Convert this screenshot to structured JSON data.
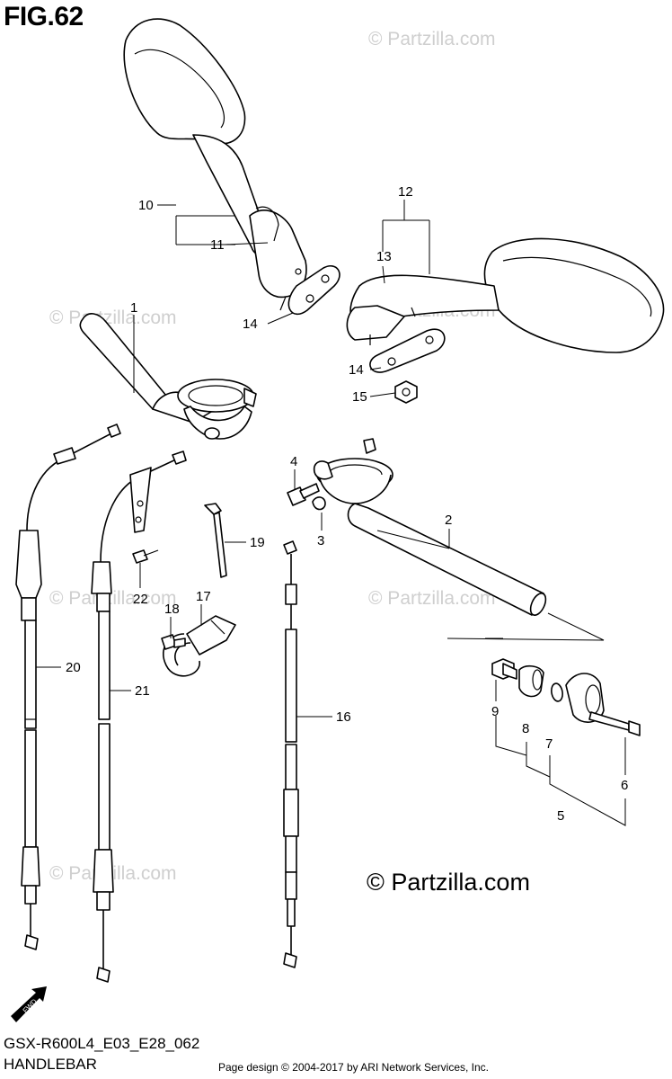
{
  "figure": {
    "title": "FIG.62",
    "model_code": "GSX-R600L4_E03_E28_062",
    "name": "HANDLEBAR",
    "credit": "Page design © 2004-2017 by ARI Network Services, Inc."
  },
  "watermark": {
    "repeated": "© Partzilla.com",
    "main": "© Partzilla.com"
  },
  "fwd_label": "FWD",
  "callouts": {
    "c1": "1",
    "c2": "2",
    "c3": "3",
    "c4": "4",
    "c5": "5",
    "c6": "6",
    "c7": "7",
    "c8": "8",
    "c9": "9",
    "c10": "10",
    "c11": "11",
    "c12": "12",
    "c13": "13",
    "c14a": "14",
    "c14b": "14",
    "c15": "15",
    "c16": "16",
    "c17": "17",
    "c18": "18",
    "c19": "19",
    "c20": "20",
    "c21": "21",
    "c22": "22"
  }
}
